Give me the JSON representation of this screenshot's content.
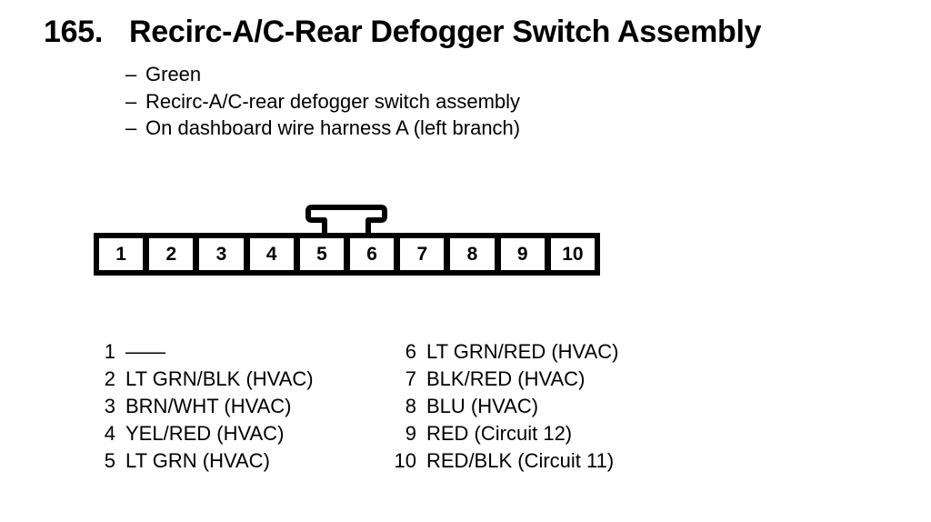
{
  "page": {
    "index": "165.",
    "title": "Recirc-A/C-Rear Defogger Switch Assembly"
  },
  "details": {
    "bullet": "–",
    "items": [
      "Green",
      "Recirc-A/C-rear defogger switch assembly",
      "On dashboard wire harness A (left branch)"
    ]
  },
  "connector": {
    "pins": [
      "1",
      "2",
      "3",
      "4",
      "5",
      "6",
      "7",
      "8",
      "9",
      "10"
    ]
  },
  "pinout": {
    "left": [
      {
        "pin": "1",
        "wire": "——"
      },
      {
        "pin": "2",
        "wire": "LT GRN/BLK (HVAC)"
      },
      {
        "pin": "3",
        "wire": "BRN/WHT (HVAC)"
      },
      {
        "pin": "4",
        "wire": "YEL/RED (HVAC)"
      },
      {
        "pin": "5",
        "wire": "LT GRN (HVAC)"
      }
    ],
    "right": [
      {
        "pin": "6",
        "wire": "LT GRN/RED (HVAC)"
      },
      {
        "pin": "7",
        "wire": "BLK/RED (HVAC)"
      },
      {
        "pin": "8",
        "wire": "BLU (HVAC)"
      },
      {
        "pin": "9",
        "wire": "RED (Circuit 12)"
      },
      {
        "pin": "10",
        "wire": "RED/BLK (Circuit 11)"
      }
    ]
  },
  "colors": {
    "ink": "#000000",
    "paper": "#ffffff"
  }
}
